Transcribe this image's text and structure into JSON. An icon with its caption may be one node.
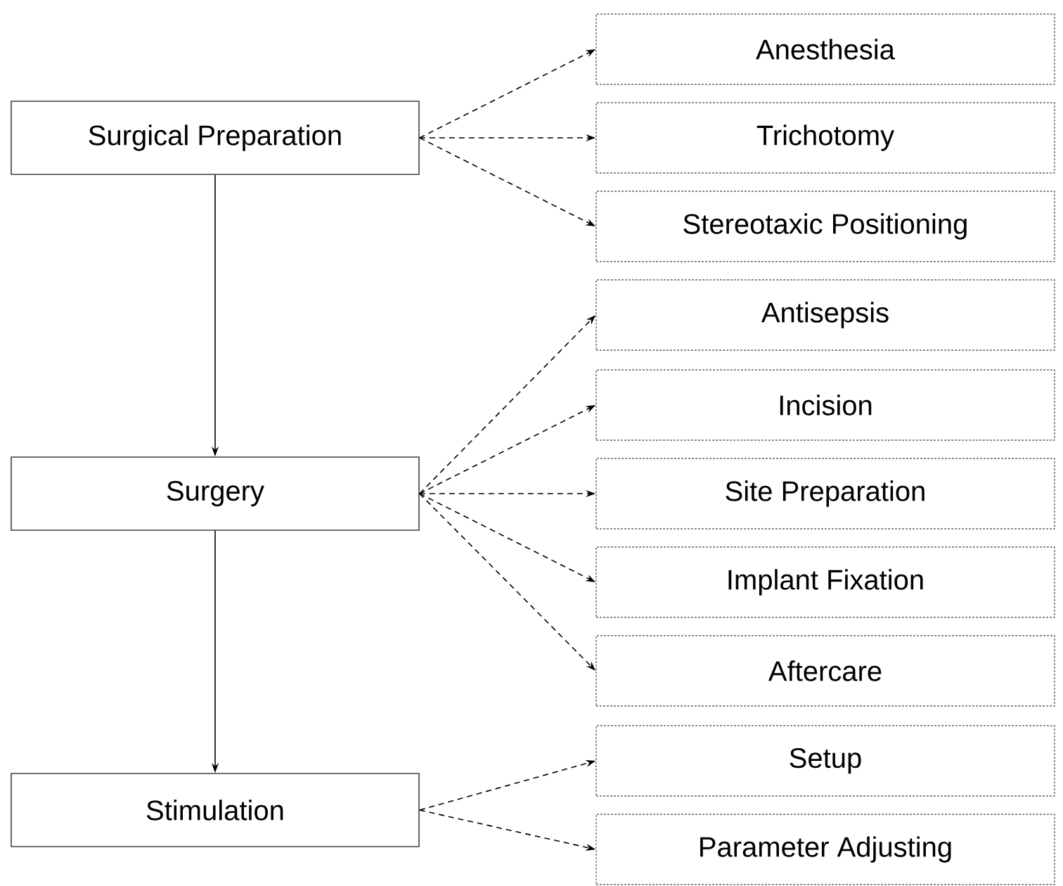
{
  "diagram": {
    "nodes": [
      {
        "text": [
          "Surgical Preparation"
        ]
      },
      {
        "text": [
          "Surgery"
        ]
      },
      {
        "text": [
          "Stimulation"
        ]
      },
      {
        "text": [
          "Anesthesia"
        ]
      },
      {
        "text": [
          "Trichotomy"
        ]
      },
      {
        "text": [
          "Stereotaxic Positioning"
        ]
      },
      {
        "text": [
          "Antisepsis"
        ]
      },
      {
        "text": [
          "Incision"
        ]
      },
      {
        "text": [
          "Site Preparation"
        ]
      },
      {
        "text": [
          "Implant Fixation"
        ]
      },
      {
        "text": [
          "Aftercare"
        ]
      },
      {
        "text": [
          "Setup"
        ]
      },
      {
        "text": [
          "Parameter Adjusting"
        ]
      }
    ],
    "edges": [
      {
        "from": 0,
        "to": 1,
        "arrow": "to"
      },
      {
        "from": 1,
        "to": 2,
        "arrow": "to"
      },
      {
        "from": 0,
        "to": 3,
        "arrow": "to",
        "style": "dashed"
      },
      {
        "from": 0,
        "to": 4,
        "arrow": "to",
        "style": "dashed"
      },
      {
        "from": 0,
        "to": 5,
        "arrow": "to",
        "style": "dashed"
      },
      {
        "from": 1,
        "to": 6,
        "arrow": "to",
        "style": "dashed"
      },
      {
        "from": 1,
        "to": 7,
        "arrow": "to",
        "style": "dashed"
      },
      {
        "from": 1,
        "to": 8,
        "arrow": "to",
        "style": "dashed"
      },
      {
        "from": 1,
        "to": 9,
        "arrow": "to",
        "style": "dashed"
      },
      {
        "from": 1,
        "to": 10,
        "arrow": "to",
        "style": "dashed"
      },
      {
        "from": 2,
        "to": 11,
        "arrow": "to",
        "style": "dashed"
      },
      {
        "from": 2,
        "to": 12,
        "arrow": "to",
        "style": "dashed"
      }
    ]
  }
}
